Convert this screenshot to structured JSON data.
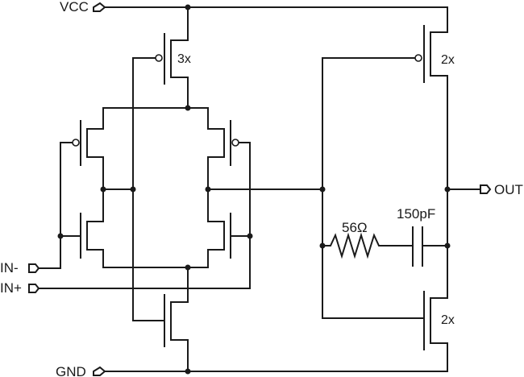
{
  "ports": {
    "vcc": "VCC",
    "gnd": "GND",
    "in_minus": "IN-",
    "in_plus": "IN+",
    "out": "OUT"
  },
  "transistors": {
    "tail_p_size": "3x",
    "out_p_size": "2x",
    "out_n_size": "2x"
  },
  "components": {
    "resistor_value": "56Ω",
    "capacitor_value": "150pF"
  }
}
